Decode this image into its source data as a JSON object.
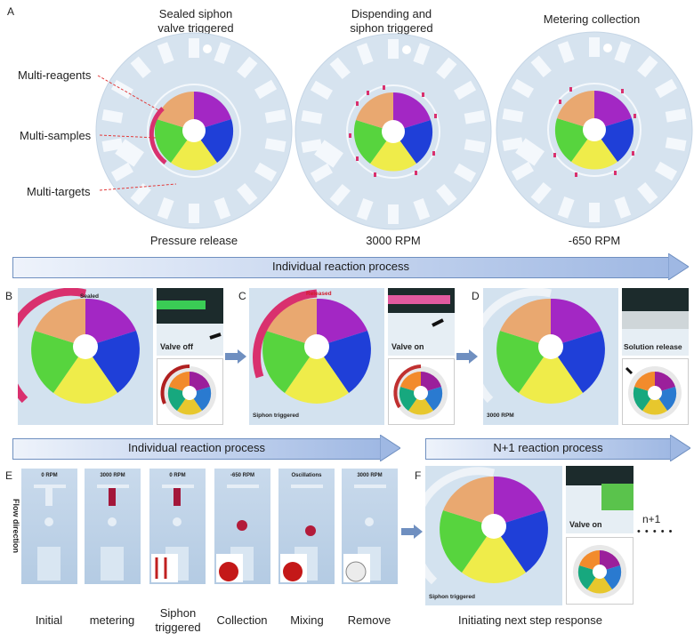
{
  "panels": {
    "A": "A",
    "B": "B",
    "C": "C",
    "D": "D",
    "E": "E",
    "F": "F"
  },
  "panelA": {
    "titles": [
      "Sealed siphon\nvalve triggered",
      "Dispending and\nsiphon triggered",
      "Metering collection"
    ],
    "bottom": [
      "Pressure release",
      "3000 RPM",
      "-650 RPM"
    ],
    "left_labels": [
      "Multi-reagents",
      "Multi-samples",
      "Multi-targets"
    ]
  },
  "arrow_main": "Individual reaction process",
  "panelB": {
    "sealed": "Sealed",
    "valve": "Valve off"
  },
  "panelC": {
    "released": "Released",
    "valve": "Valve on",
    "siphon": "Siphon triggered"
  },
  "panelD": {
    "solution": "Solution release",
    "rpm": "3000 RPM"
  },
  "arrow_e": "Individual reaction process",
  "arrow_f": "N+1 reaction process",
  "panelE": {
    "flow": "Flow direction",
    "tiles": [
      "0 RPM",
      "3000 RPM",
      "0 RPM",
      "-650 RPM",
      "Oscillations",
      "3000 RPM"
    ],
    "captions": [
      "Initial",
      "metering",
      "Siphon\ntriggered",
      "Collection",
      "Mixing",
      "Remove"
    ]
  },
  "panelF": {
    "valve": "Valve on",
    "siphon": "Siphon triggered",
    "nplus": "n+1",
    "dots": "• • • • •",
    "caption": "Initiating next step response"
  },
  "colors": {
    "orange": "#e9a870",
    "purple": "#a327c4",
    "blue": "#1f3fd8",
    "yellow": "#efec4a",
    "green": "#57d43e",
    "pink": "#d9306e",
    "arrow": "#b9cbe8"
  }
}
